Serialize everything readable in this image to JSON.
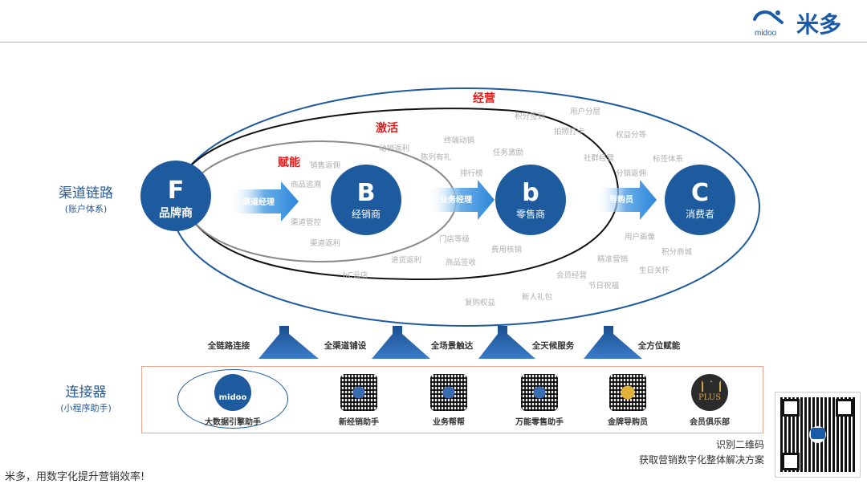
{
  "brand": {
    "logo_text": "米多",
    "logo_sub": "midoo"
  },
  "diagram": {
    "left_labels": {
      "channel": {
        "title": "渠道链路",
        "sub": "(账户体系)"
      },
      "connector": {
        "title": "连接器",
        "sub": "(小程序助手)"
      }
    },
    "rings": {
      "jingying": "经营",
      "jihuo": "激活",
      "funeng": "赋能"
    },
    "nodes": [
      {
        "letter": "F",
        "label": "品牌商"
      },
      {
        "letter": "B",
        "label": "经销商"
      },
      {
        "letter": "b",
        "label": "零售商"
      },
      {
        "letter": "C",
        "label": "消费者"
      }
    ],
    "flow_arrows": [
      "渠道经理",
      "业务经理",
      "导购员"
    ],
    "keywords": [
      "销售返佣",
      "商品追溯",
      "渠道管控",
      "渠道返利",
      "动销返利",
      "陈列有礼",
      "终端动销",
      "任务激励",
      "排行榜",
      "门店等级",
      "进货返利",
      "商品签收",
      "费用核销",
      "bC云店",
      "复购权益",
      "新人礼包",
      "积分签到",
      "用户分层",
      "拍照打卡",
      "权益分等",
      "社群经营",
      "标签体系",
      "分销返佣",
      "用户画像",
      "积分商城",
      "精准营销",
      "生日关怀",
      "会员经营",
      "节日祝福"
    ],
    "up_arrows": [
      "全链路连接",
      "全渠道铺设",
      "全场景触达",
      "全天候服务",
      "全方位赋能"
    ],
    "apps": [
      "大数据引擎助手",
      "新经销助手",
      "业务帮帮",
      "万能零售助手",
      "金牌导购员",
      "会员俱乐部"
    ],
    "app_logo_text": "midoo",
    "plus_text": "PLUS"
  },
  "qr_note": {
    "line1": "识别二维码",
    "line2": "获取营销数字化整体解决方案"
  },
  "slogan": "米多，用数字化提升营销效率!",
  "colors": {
    "node_blue": "#1d5a9e",
    "arrow_blue": "#2f8ce0",
    "label_red": "#e21b1b",
    "text_blue": "#2b5a95"
  }
}
